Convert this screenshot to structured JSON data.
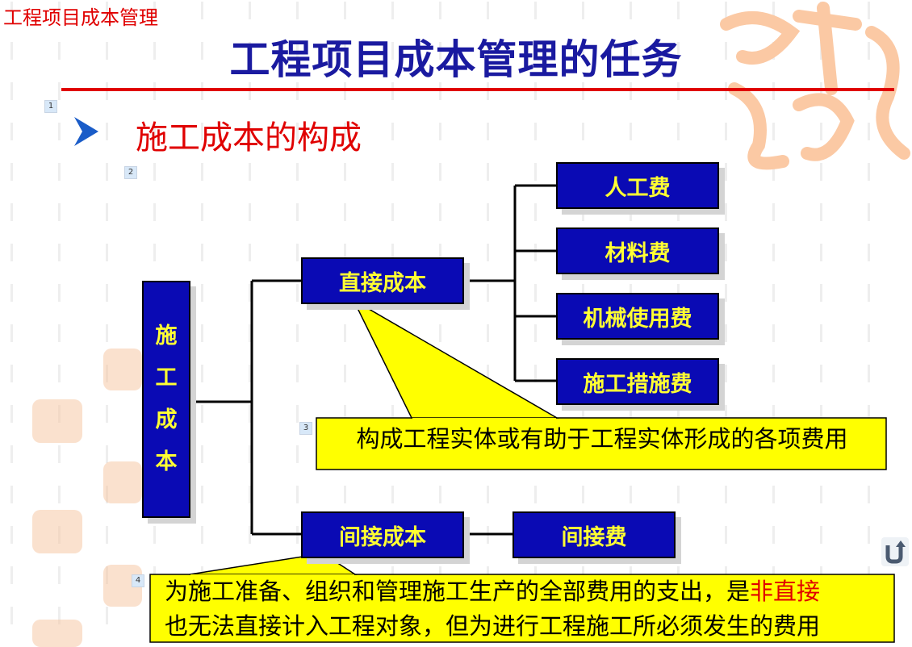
{
  "header": {
    "top_label": "工程项目成本管理",
    "title": "工程项目成本管理的任务"
  },
  "slide": {
    "bullet_icon": "arrow-right-icon",
    "subtitle": "施工成本的构成",
    "markers": [
      "1",
      "2",
      "3",
      "4"
    ]
  },
  "diagram": {
    "root": [
      "施",
      "工",
      "成",
      "本"
    ],
    "direct": {
      "label": "直接成本",
      "items": [
        "人工费",
        "材料费",
        "机械使用费",
        "施工措施费"
      ]
    },
    "indirect": {
      "label": "间接成本",
      "items": [
        "间接费"
      ]
    }
  },
  "callouts": {
    "direct_note": "构成工程实体或有助于工程实体形成的各项费用",
    "indirect_line1_pre": "为施工准备、组织和管理施工生产的全部费用的支出，是",
    "indirect_line1_highlight": "非直接",
    "indirect_line2": "也无法直接计入工程对象，但为进行工程施工所必须发生的费用"
  },
  "colors": {
    "box_fill": "#0a0ab4",
    "box_text": "#ffff33",
    "callout_fill": "#ffff00",
    "title": "#1a1aa0",
    "accent_red": "#e00000"
  },
  "nav": {
    "icon": "return-icon"
  }
}
